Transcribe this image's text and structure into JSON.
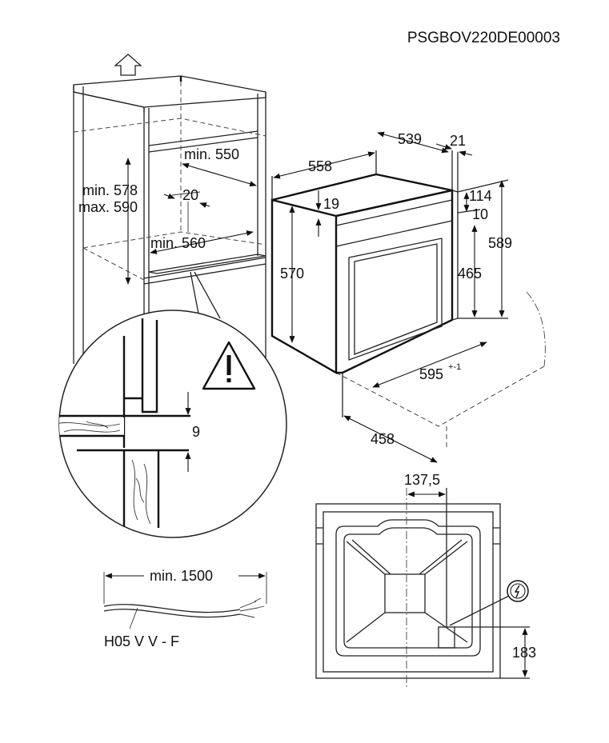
{
  "document_code": "PSGBOV220DE00003",
  "niche": {
    "height_min": "min. 578",
    "height_max": "max. 590",
    "depth_min": "min. 550",
    "vent_gap": "20",
    "width_min": "min. 560"
  },
  "detail": {
    "gap": "9"
  },
  "oven": {
    "depth_total": "558",
    "depth_body": "539",
    "front_thickness": "21",
    "top_offset": "19",
    "panel_height": "114",
    "panel_gap": "10",
    "height_total": "589",
    "body_height": "570",
    "door_height": "465",
    "width": "595",
    "width_tolerance": "+-1",
    "side_depth": "458"
  },
  "rear": {
    "offset_horizontal": "137,5",
    "offset_vertical": "183"
  },
  "cable": {
    "length": "min. 1500",
    "type": "H05 V V - F"
  },
  "icons": [
    "up-arrow-icon",
    "warning-icon",
    "power-connection-icon"
  ]
}
